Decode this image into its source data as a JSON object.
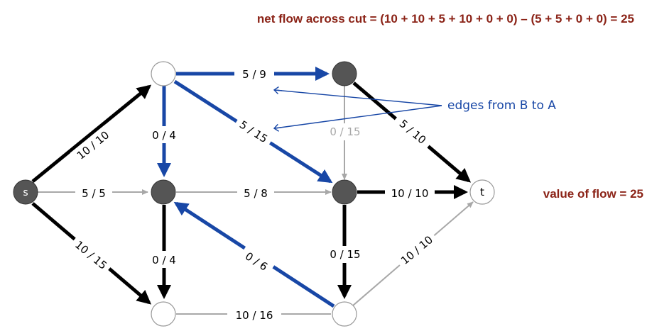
{
  "header": {
    "cut_equation": "net flow across cut  =  (10 + 10  + 5 + 10 + 0 + 0) – (5 + 5 + 0 + 0)  =  25",
    "flow_value": "value of flow  =  25"
  },
  "annotation": "edges from B to A",
  "nodes": {
    "s": "s",
    "t": "t"
  },
  "edges": {
    "s_to_top": "10 / 10",
    "s_to_mid": "5 / 5",
    "s_to_bottom": "10 / 15",
    "top_to_topright": "5 / 9",
    "top_to_mid": "0 / 4",
    "top_to_midright": "5 / 15",
    "topright_to_midright": "0 / 15",
    "topright_to_t": "5 / 10",
    "mid_to_midright": "5 / 8",
    "mid_to_bottom": "0 / 4",
    "bottomright_to_mid": "0 / 6",
    "midright_to_t": "10 / 10",
    "midright_to_bottomright": "0 / 15",
    "bottom_to_bottomright": "10 / 16",
    "bottomright_to_t": "10 / 10"
  },
  "colors": {
    "blue": "#1847a6",
    "black": "#000000",
    "gray": "#a8a8a8",
    "node_dark": "#555555",
    "header_red": "#8b2317"
  }
}
